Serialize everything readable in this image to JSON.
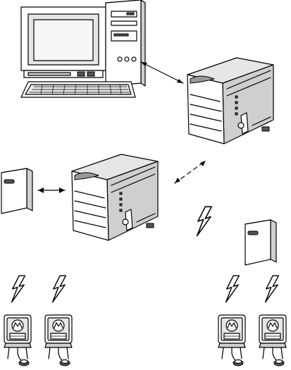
{
  "diagram": {
    "nodes": [
      {
        "id": "pc",
        "kind": "desktop-computer"
      },
      {
        "id": "controller-top",
        "kind": "cabinet-controller"
      },
      {
        "id": "controller-mid",
        "kind": "cabinet-controller"
      },
      {
        "id": "power-box-left",
        "kind": "wall-box"
      },
      {
        "id": "power-box-right",
        "kind": "wall-box"
      },
      {
        "id": "rtu-1",
        "kind": "field-unit-with-antenna"
      },
      {
        "id": "rtu-2",
        "kind": "field-unit-with-antenna"
      },
      {
        "id": "rtu-3",
        "kind": "field-unit-with-antenna"
      },
      {
        "id": "rtu-4",
        "kind": "field-unit-with-antenna"
      }
    ],
    "links": [
      {
        "from": "pc",
        "to": "controller-top",
        "style": "solid-double-arrow"
      },
      {
        "from": "controller-top",
        "to": "controller-mid",
        "style": "dashed-double-arrow"
      },
      {
        "from": "power-box-left",
        "to": "controller-mid",
        "style": "solid-double-arrow"
      },
      {
        "from": "controller-mid",
        "to": "rtu-group",
        "style": "radio-lightning"
      }
    ],
    "icons": [
      "computer-icon",
      "cabinet-icon",
      "wall-box-icon",
      "radio-unit-icon",
      "lightning-icon",
      "sensor-icon"
    ]
  }
}
